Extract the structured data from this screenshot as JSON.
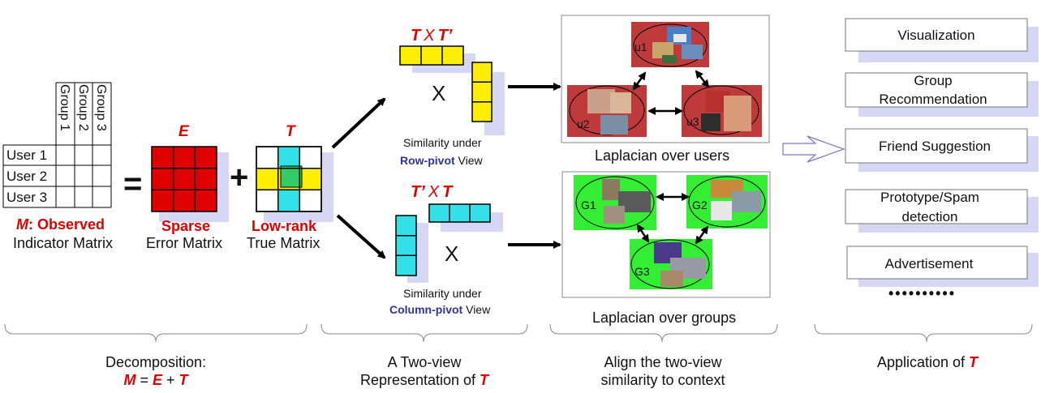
{
  "matrix_M": {
    "col_headers": [
      "Group 1",
      "Group 2",
      "Group 3"
    ],
    "row_headers": [
      "User 1",
      "User 2",
      "User 3"
    ],
    "caption_symbol": "M",
    "caption_rest": ": Observed",
    "caption_line2": "Indicator Matrix"
  },
  "operators": {
    "equals": "=",
    "plus": "+",
    "times": "X"
  },
  "matrix_E": {
    "symbol": "E",
    "caption_line1": "Sparse",
    "caption_line2": "Error Matrix",
    "color": "#e00000"
  },
  "matrix_T": {
    "symbol": "T",
    "caption_line1": "Low-rank",
    "caption_line2": "True Matrix",
    "cyan": "#33e0e8",
    "yellow": "#ffee00"
  },
  "row_view": {
    "formula": {
      "a": "T",
      "op": "X",
      "b": "T’"
    },
    "caption_line1": "Similarity under",
    "caption_bold": "Row-pivot",
    "caption_rest": " View"
  },
  "col_view": {
    "formula": {
      "a": "T’",
      "op": "X",
      "b": "T"
    },
    "caption_line1": "Similarity under",
    "caption_bold": "Column-pivot",
    "caption_rest": " View"
  },
  "users_graph": {
    "nodes": [
      "u1",
      "u2",
      "u3"
    ],
    "caption": "Laplacian over users",
    "bg": "#bf3a3a"
  },
  "groups_graph": {
    "nodes": [
      "G1",
      "G2",
      "G3"
    ],
    "caption": "Laplacian over groups",
    "bg": "#33ee33"
  },
  "applications": [
    "Visualization",
    "Group Recommendation",
    "Friend Suggestion",
    "Prototype/Spam detection",
    "Advertisement"
  ],
  "app_more": "••••••••••",
  "stages": [
    {
      "line1": "Decomposition:",
      "l2_M": "M",
      "l2_eq": " = ",
      "l2_E": "E",
      "l2_plus": " + ",
      "l2_T": "T"
    },
    {
      "line1": "A Two-view",
      "line2": "Representation of ",
      "line2_T": "T"
    },
    {
      "line1": "Align the two-view",
      "line2": "similarity to context"
    },
    {
      "line1": "Application of ",
      "line1_T": "T"
    }
  ]
}
